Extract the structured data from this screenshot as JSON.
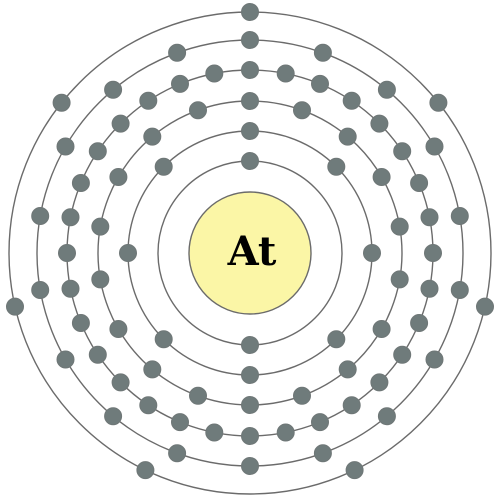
{
  "diagram": {
    "type": "bohr-model",
    "element_symbol": "At",
    "shells": [
      2,
      8,
      18,
      32,
      18,
      7
    ],
    "colors": {
      "nucleus_fill": "#fbf6a6",
      "electron_fill": "#6f7b7b",
      "ring_stroke": "#6b6b6b",
      "background": "#ffffff"
    }
  }
}
